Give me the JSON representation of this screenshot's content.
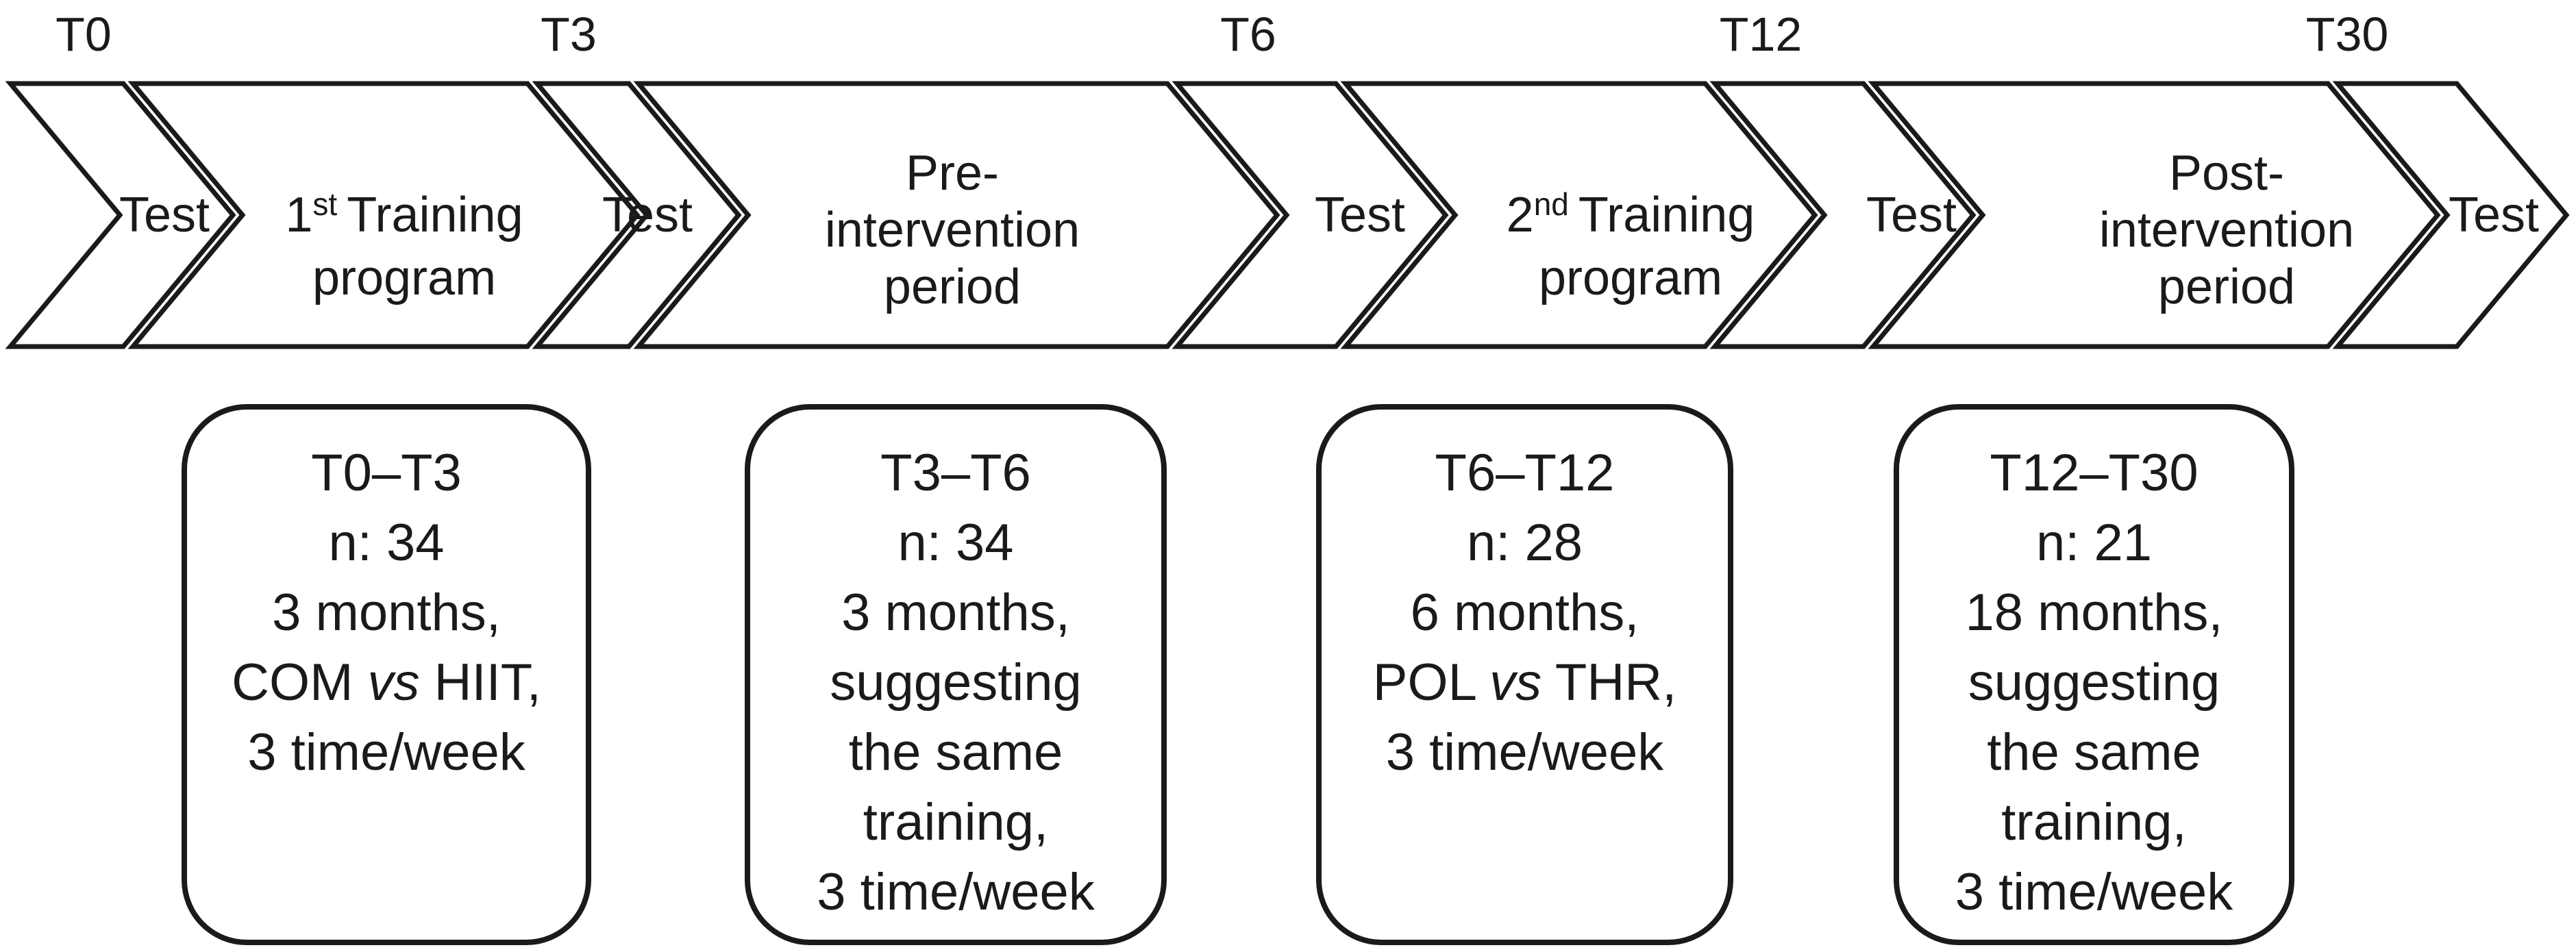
{
  "colors": {
    "background": "#ffffff",
    "line": "#1a1a1a",
    "text": "#1a1a1a"
  },
  "timeline": {
    "time_labels": [
      "T0",
      "T3",
      "T6",
      "T12",
      "T30"
    ],
    "tests": [
      "Test",
      "Test",
      "Test",
      "Test",
      "Test"
    ],
    "phases": [
      {
        "label_line1_num": "1",
        "label_line1_sup": "st",
        "label_line1_rest": "Training",
        "label_line2": "program"
      },
      {
        "label_lines": [
          "Pre-",
          "intervention",
          "period"
        ]
      },
      {
        "label_line1_num": "2",
        "label_line1_sup": "nd",
        "label_line1_rest": "Training",
        "label_line2": "program"
      },
      {
        "label_lines": [
          "Post-",
          "intervention",
          "period"
        ]
      }
    ]
  },
  "boxes": [
    {
      "period": "T0–T3",
      "n": "n: 34",
      "duration": "3 months,",
      "comparison": {
        "pre": "COM ",
        "vs": "vs",
        "post": " HIIT,"
      },
      "frequency": "3 time/week"
    },
    {
      "period": "T3–T6",
      "n": "n: 34",
      "duration": "3 months,",
      "note1": "suggesting",
      "note2": "the same",
      "note3": "training,",
      "frequency": "3 time/week"
    },
    {
      "period": "T6–T12",
      "n": "n: 28",
      "duration": "6 months,",
      "comparison": {
        "pre": "POL ",
        "vs": "vs",
        "post": " THR,"
      },
      "frequency": "3 time/week"
    },
    {
      "period": "T12–T30",
      "n": "n: 21",
      "duration": "18 months,",
      "note1": "suggesting",
      "note2": "the same",
      "note3": "training,",
      "frequency": "3 time/week"
    }
  ]
}
